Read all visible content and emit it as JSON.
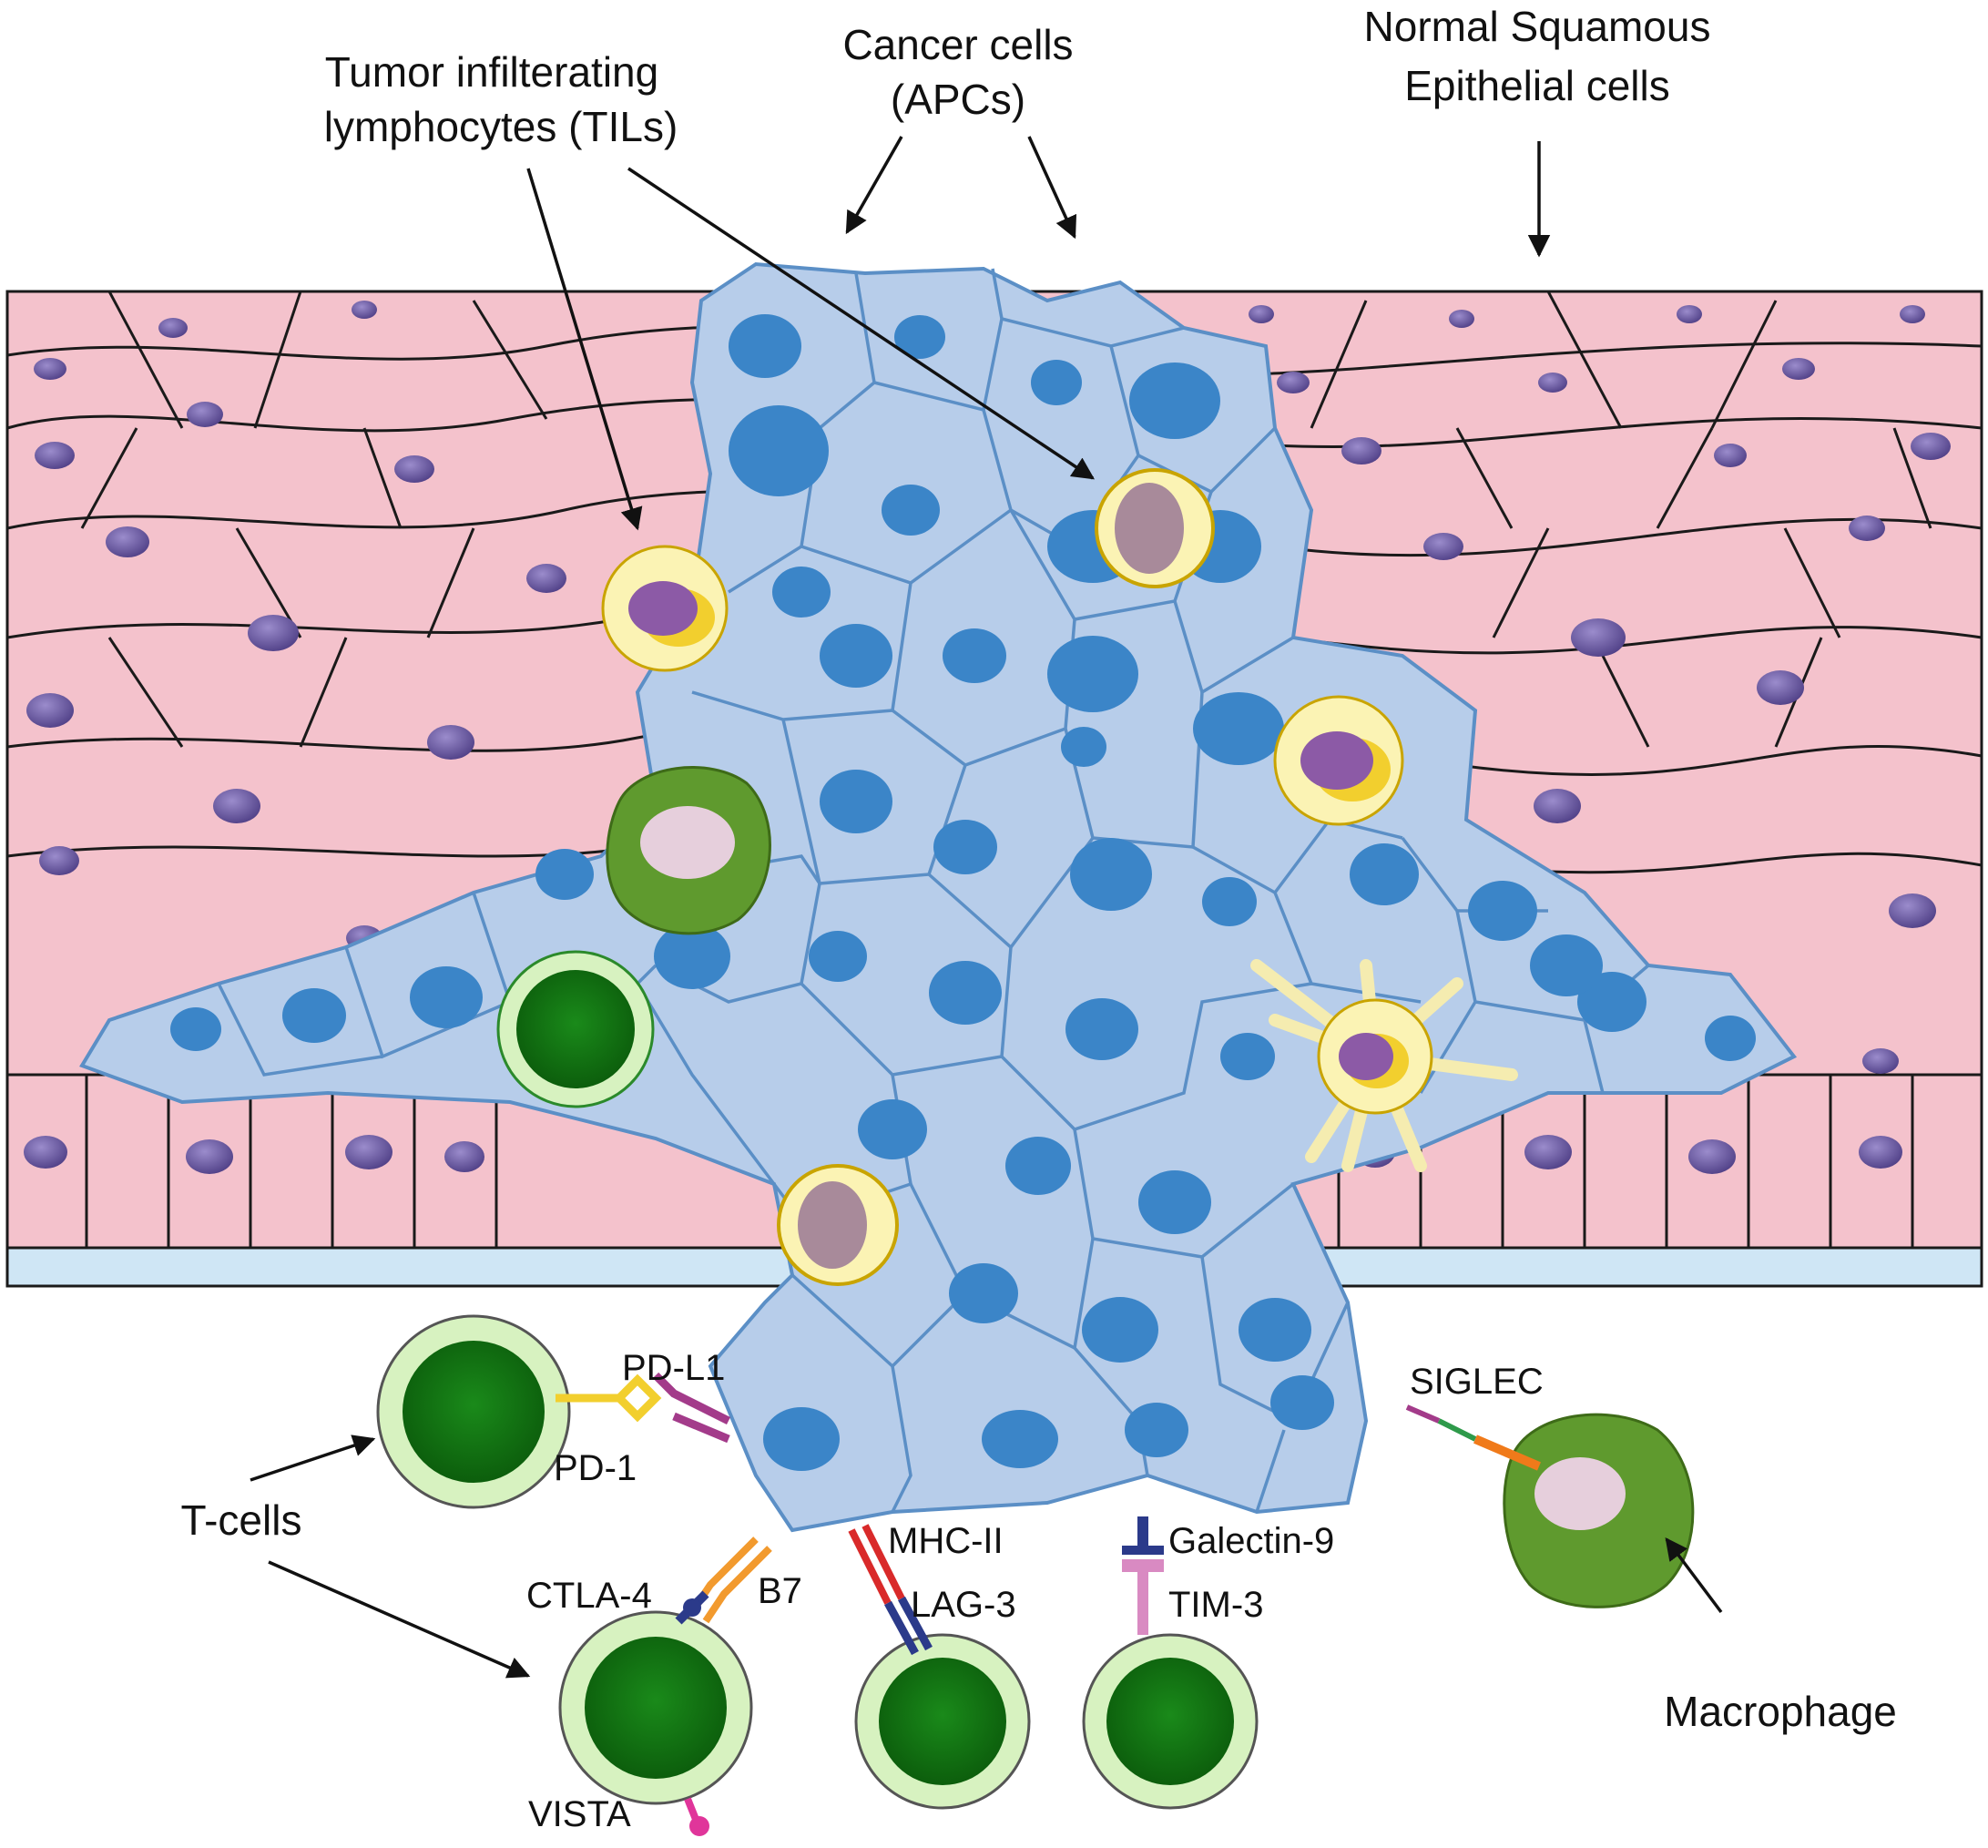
{
  "labels": {
    "tils_line1": "Tumor infilterating",
    "tils_line2": "lymphocytes (TILs)",
    "cancer_line1": "Cancer cells",
    "cancer_line2": "(APCs)",
    "normal_line1": "Normal Squamous",
    "normal_line2": "Epithelial cells",
    "tcells": "T-cells",
    "macrophage": "Macrophage"
  },
  "checkpoints": {
    "pd_l1": "PD-L1",
    "pd_1": "PD-1",
    "ctla_4": "CTLA-4",
    "b7": "B7",
    "mhc_ii": "MHC-II",
    "lag_3": "LAG-3",
    "galectin_9": "Galectin-9",
    "tim_3": "TIM-3",
    "siglec": "SIGLEC",
    "vista": "VISTA"
  },
  "colors": {
    "epithelial": "#f4c2cc",
    "epithelial_nucleus": "#6c5aa0",
    "cancer_cell": "#b7cdea",
    "cancer_nucleus": "#3b85c8",
    "t_cell": "#127a12",
    "macrophage": "#5f9a2e",
    "lymphocyte_yellow": "#fbf3b4",
    "basement_membrane": "#cfe6f5"
  }
}
